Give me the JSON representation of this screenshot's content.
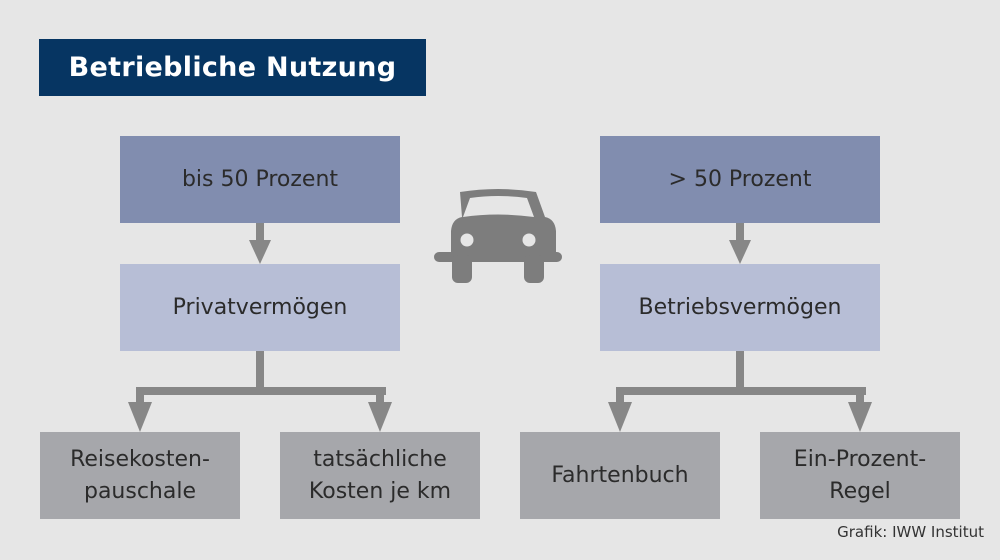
{
  "title": "Betriebliche Nutzung",
  "colors": {
    "background": "#e6e6e6",
    "title_bg": "#063562",
    "level1_box": "#818daf",
    "level2_box": "#b7bed6",
    "level3_box": "#a6a7ab",
    "connector": "#878787",
    "car_icon": "#7d7d7d"
  },
  "center_icon": "car-icon",
  "left_branch": {
    "condition": "bis 50 Prozent",
    "asset_type": "Privatvermögen",
    "options": [
      "Reisekosten-\npauschale",
      "tatsächliche\nKosten je km"
    ]
  },
  "right_branch": {
    "condition": "> 50 Prozent",
    "asset_type": "Betriebsvermögen",
    "options": [
      "Fahrtenbuch",
      "Ein-Prozent-\nRegel"
    ]
  },
  "credit": "Grafik: IWW Institut"
}
